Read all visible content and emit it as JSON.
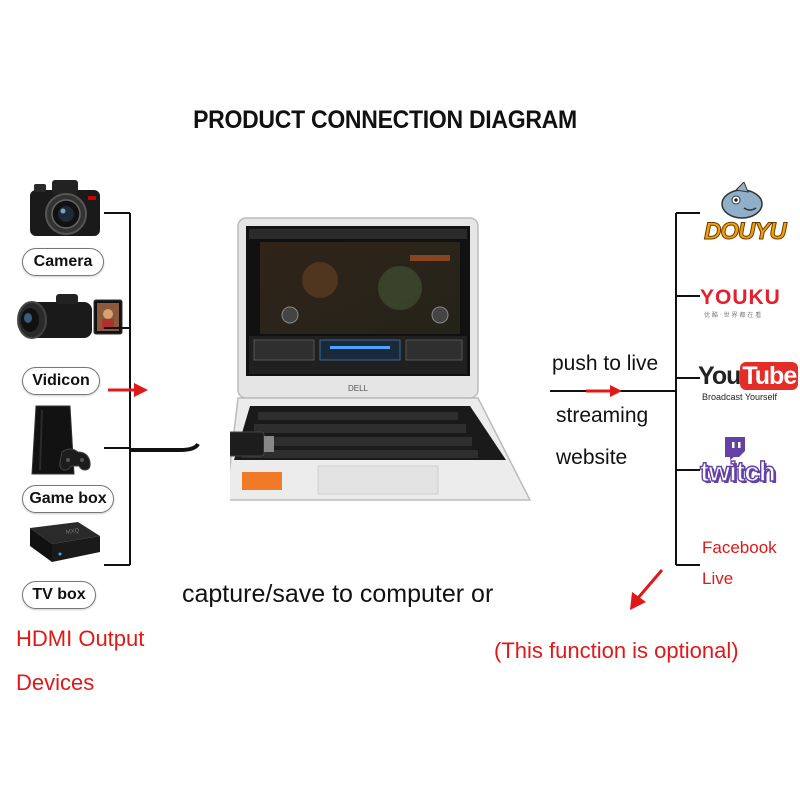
{
  "title": "PRODUCT CONNECTION DIAGRAM",
  "inputs": {
    "camera": "Camera",
    "vidicon": "Vidicon",
    "game_box": "Game box",
    "tv_box": "TV box"
  },
  "hdmi_label": [
    "HDMI Output",
    "Devices"
  ],
  "capture_text": "capture/save to computer or",
  "push_text": [
    "push to live",
    "streaming",
    "website"
  ],
  "platforms": {
    "douyu": "DOUYU",
    "youku": "YOUKU",
    "youku_sub": "优 酷 · 世 界 都 在 看",
    "youtube_you": "You",
    "youtube_tube": "Tube",
    "youtube_sub": "Broadcast Yourself",
    "twitch": "twitch",
    "facebook": [
      "Facebook",
      "Live"
    ]
  },
  "optional_note": "(This function is optional)",
  "laptop_brand": "DELL",
  "colors": {
    "red": "#e01818",
    "twitch": "#6441a5",
    "douyu_yellow": "#f5a000",
    "youku_red": "#e4202c",
    "youku_blue": "#1aa1e1"
  }
}
